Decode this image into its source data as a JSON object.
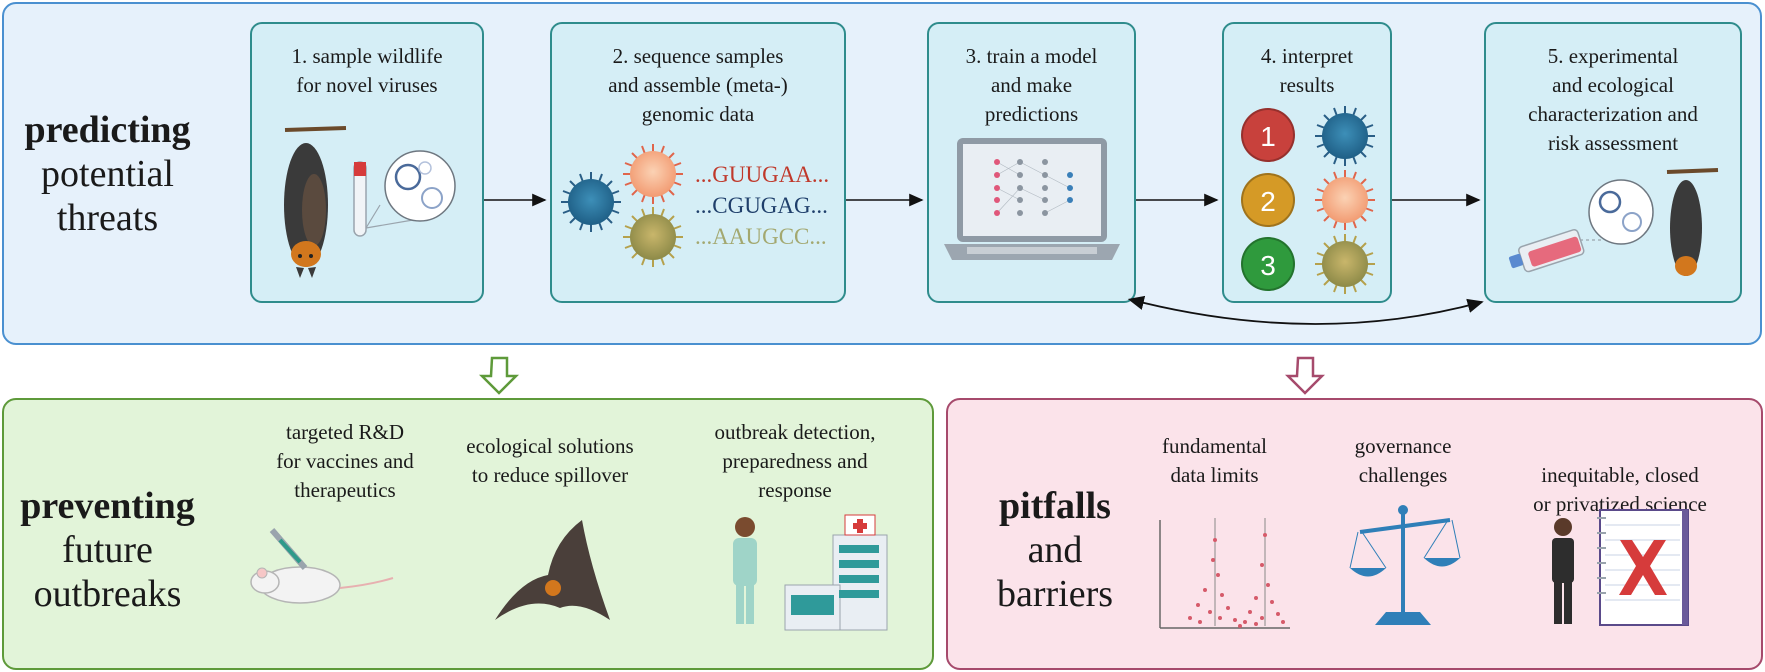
{
  "top": {
    "label_bold": "predicting",
    "label_rest": "potential threats",
    "steps": [
      {
        "title": "1. sample wildlife\nfor novel viruses"
      },
      {
        "title": "2. sequence samples\nand assemble (meta-)\ngenomic data"
      },
      {
        "title": "3. train a model\nand make\npredictions"
      },
      {
        "title": "4. interpret\nresults"
      },
      {
        "title": "5. experimental\nand ecological\ncharacterization and\nrisk assessment"
      }
    ],
    "sequences": [
      "...GUUGAA...",
      "...CGUGAG...",
      "...AAUGCC..."
    ],
    "ranks": [
      "1",
      "2",
      "3"
    ]
  },
  "preventing": {
    "label_bold": "preventing",
    "label_rest": "future outbreaks",
    "items": [
      {
        "title": "targeted R&D\nfor vaccines and\ntherapeutics"
      },
      {
        "title": "ecological solutions\nto reduce spillover"
      },
      {
        "title": "outbreak detection,\npreparedness and\nresponse"
      }
    ]
  },
  "pitfalls": {
    "label_bold": "pitfalls",
    "label_rest": "and barriers",
    "items": [
      {
        "title": "fundamental\ndata limits"
      },
      {
        "title": "governance\nchallenges"
      },
      {
        "title": "inequitable, closed\nor privatized science"
      }
    ]
  },
  "colors": {
    "rank1": "#c8413c",
    "rank2": "#d59a26",
    "rank3": "#2f9a3d",
    "seq1": "#c0392b",
    "seq2": "#1f3f6b",
    "seq3": "#a3a870",
    "green_arrow": "#5e9a3a",
    "pink_arrow": "#a64a6c"
  },
  "icons": [
    "bat-icon",
    "test-tube-icon",
    "virus-icon",
    "laptop-neural-network-icon",
    "culture-flask-icon",
    "mouse-syringe-icon",
    "flying-bat-icon",
    "doctor-icon",
    "hospital-icon",
    "scatter-plot-icon",
    "scales-icon",
    "person-icon",
    "notebook-x-icon"
  ]
}
